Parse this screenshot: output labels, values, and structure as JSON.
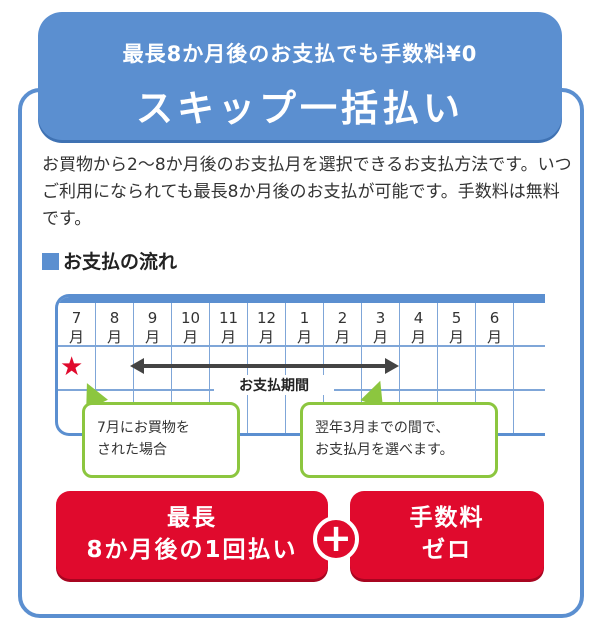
{
  "header": {
    "subtitle": "最長8か月後のお支払でも手数料¥0",
    "title": "スキップ一括払い"
  },
  "description": "お買物から2〜8か月後のお支払月を選択できるお支払方法です。いつご利用になられても最長8か月後のお支払が可能です。手数料は無料です。",
  "section_title": "お支払の流れ",
  "timeline": {
    "months": [
      {
        "num": "7",
        "unit": "月"
      },
      {
        "num": "8",
        "unit": "月"
      },
      {
        "num": "9",
        "unit": "月"
      },
      {
        "num": "10",
        "unit": "月"
      },
      {
        "num": "11",
        "unit": "月"
      },
      {
        "num": "12",
        "unit": "月"
      },
      {
        "num": "1",
        "unit": "月"
      },
      {
        "num": "2",
        "unit": "月"
      },
      {
        "num": "3",
        "unit": "月"
      },
      {
        "num": "4",
        "unit": "月"
      },
      {
        "num": "5",
        "unit": "月"
      },
      {
        "num": "6",
        "unit": "月"
      }
    ],
    "purchase_marker_icon": "star-icon",
    "payment_period_label": "お支払期間"
  },
  "callouts": {
    "purchase": [
      "7月にお買物を",
      "された場合"
    ],
    "period": [
      "翌年3月までの間で、",
      "お支払月を選べます。"
    ]
  },
  "benefits": {
    "left": [
      "最長",
      "8か月後の1回払い"
    ],
    "right": [
      "手数料",
      "ゼロ"
    ],
    "joiner_icon": "plus-icon"
  },
  "colors": {
    "primary_blue": "#5b8fd0",
    "accent_red": "#e00a2d",
    "callout_green": "#8cc63f"
  }
}
